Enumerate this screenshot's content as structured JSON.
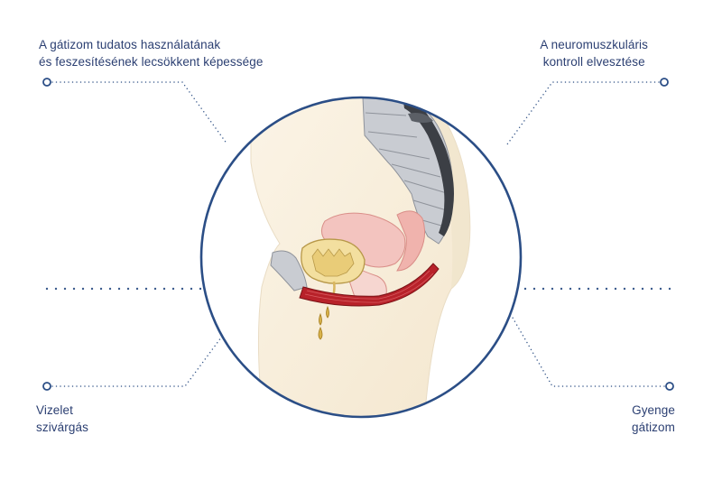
{
  "labels": {
    "top_left": [
      "A gátizom tudatos használatának",
      "és feszesítésének lecsökkent képessége"
    ],
    "top_right": [
      "A neuromuszkuláris",
      "kontroll elvesztése"
    ],
    "bottom_left": [
      "Vizelet",
      "szivárgás"
    ],
    "bottom_right": [
      "Gyenge",
      "gátizom"
    ]
  },
  "colors": {
    "ring": "#2b4e86",
    "text": "#2b3f72",
    "dots": "#3a5a8c",
    "skin": "#f8eedc",
    "muscle": "#b8222a",
    "bladder": "#f3df9f",
    "spine_dark": "#3c3f45",
    "bone": "#c9ccd2",
    "uterus": "#f0b3ad"
  },
  "icons": [
    "ring-node-icon",
    "urine-drop-icon"
  ]
}
